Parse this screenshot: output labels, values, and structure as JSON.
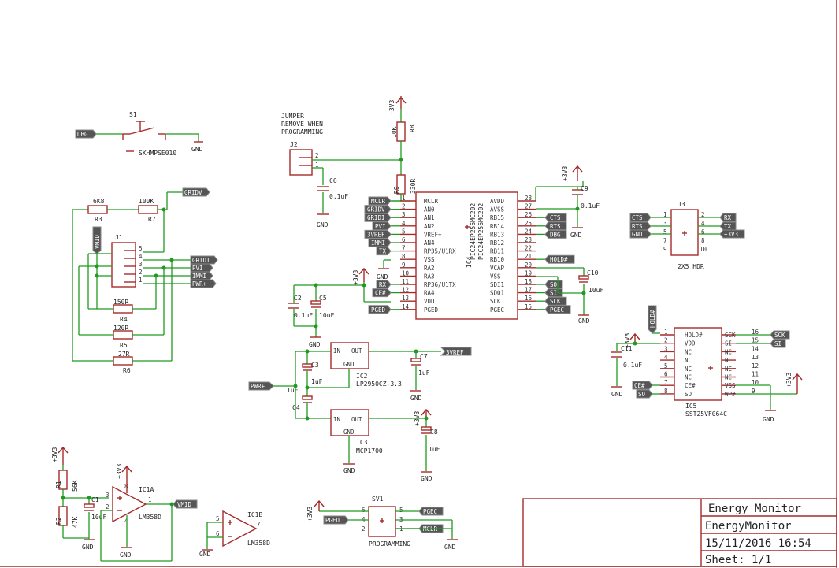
{
  "title_block": {
    "title": "Energy Monitor",
    "name": "EnergyMonitor",
    "date": "15/11/2016 16:54",
    "sheet": "Sheet: 1/1"
  },
  "notes": {
    "jumper_1": "JUMPER",
    "jumper_2": "REMOVE WHEN",
    "jumper_3": "PROGRAMMING"
  },
  "parts": {
    "s1": "S1",
    "s1_value": "SKHMPSE010",
    "j1": "J1",
    "j2": "J2",
    "j3": "J3",
    "j3_value": "2X5 HDR",
    "r1": "R1",
    "r1_value": "56K",
    "r2": "R2",
    "r2_value": "47K",
    "r3": "R3",
    "r3_value": "6K8",
    "r4": "R4",
    "r4_value": "150R",
    "r5": "R5",
    "r5_value": "120R",
    "r6": "R6",
    "r6_value": "27R",
    "r7": "R7",
    "r7_value": "100K",
    "r8": "R8",
    "r8_value": "10K",
    "r9": "R9",
    "r9_value": "330R",
    "c1": "C1",
    "c1_value": "10uF",
    "c2": "C2",
    "c2_value": "0.1uF",
    "c3": "C3",
    "c3_value": "1uF",
    "c4": "C4",
    "c4_value": "1uF",
    "c5": "C5",
    "c5_value": "10uF",
    "c6": "C6",
    "c6_value": "0.1uF",
    "c7": "C7",
    "c7_value": "1uF",
    "c8": "C8",
    "c8_value": "1uF",
    "c9": "C9",
    "c9_value": "0.1uF",
    "c10": "C10",
    "c10_value": "10uF",
    "c11": "C11",
    "c11_value": "0.1uF",
    "ic1a": "IC1A",
    "ic1b": "IC1B",
    "ic1_value": "LM358D",
    "ic2": "IC2",
    "ic2_value": "LP2950CZ-3.3",
    "ic3": "IC3",
    "ic3_value": "MCP1700",
    "ic4": "IC4",
    "ic4_value": "PIC24EP256MC202",
    "ic5": "IC5",
    "ic5_value": "SST25VF064C",
    "sv1": "SV1",
    "sv1_value": "PROGRAMMING"
  },
  "ic4_pins_left": [
    {
      "num": "1",
      "name": "MCLR",
      "net": "MCLR"
    },
    {
      "num": "2",
      "name": "AN0",
      "net": "GRIDV"
    },
    {
      "num": "3",
      "name": "AN1",
      "net": "GRIDI"
    },
    {
      "num": "4",
      "name": "AN2",
      "net": "PVI"
    },
    {
      "num": "5",
      "name": "VREF+",
      "net": "3VREF"
    },
    {
      "num": "6",
      "name": "AN4",
      "net": "IMMI"
    },
    {
      "num": "7",
      "name": "RP35/U1RX",
      "net": "TX"
    },
    {
      "num": "8",
      "name": "VSS",
      "net": ""
    },
    {
      "num": "9",
      "name": "RA2",
      "net": ""
    },
    {
      "num": "10",
      "name": "RA3",
      "net": ""
    },
    {
      "num": "11",
      "name": "RP36/U1TX",
      "net": "RX"
    },
    {
      "num": "12",
      "name": "RA4",
      "net": "CE#"
    },
    {
      "num": "13",
      "name": "VDD",
      "net": ""
    },
    {
      "num": "14",
      "name": "PGED",
      "net": "PGED"
    }
  ],
  "ic4_pins_right": [
    {
      "num": "28",
      "name": "AVDD",
      "net": ""
    },
    {
      "num": "27",
      "name": "AVSS",
      "net": ""
    },
    {
      "num": "26",
      "name": "RB15",
      "net": "CTS"
    },
    {
      "num": "25",
      "name": "RB14",
      "net": "RTS"
    },
    {
      "num": "24",
      "name": "RB13",
      "net": "DBG"
    },
    {
      "num": "23",
      "name": "RB12",
      "net": ""
    },
    {
      "num": "22",
      "name": "RB11",
      "net": ""
    },
    {
      "num": "21",
      "name": "RB10",
      "net": "HOLD#"
    },
    {
      "num": "20",
      "name": "VCAP",
      "net": ""
    },
    {
      "num": "19",
      "name": "VSS",
      "net": ""
    },
    {
      "num": "18",
      "name": "SDI1",
      "net": "SO"
    },
    {
      "num": "17",
      "name": "SDO1",
      "net": "SI"
    },
    {
      "num": "16",
      "name": "SCK",
      "net": "SCK"
    },
    {
      "num": "15",
      "name": "PGEC",
      "net": "PGEC"
    }
  ],
  "ic5_pins_left": [
    {
      "num": "1",
      "name": "HOLD#"
    },
    {
      "num": "2",
      "name": "VDD"
    },
    {
      "num": "3",
      "name": "NC"
    },
    {
      "num": "4",
      "name": "NC"
    },
    {
      "num": "5",
      "name": "NC"
    },
    {
      "num": "6",
      "name": "NC"
    },
    {
      "num": "7",
      "name": "CE#"
    },
    {
      "num": "8",
      "name": "SO"
    }
  ],
  "ic5_pins_right": [
    {
      "num": "16",
      "name": "SCK"
    },
    {
      "num": "15",
      "name": "SI"
    },
    {
      "num": "14",
      "name": "NC"
    },
    {
      "num": "13",
      "name": "NC"
    },
    {
      "num": "12",
      "name": "NC"
    },
    {
      "num": "11",
      "name": "NC"
    },
    {
      "num": "10",
      "name": "VSS"
    },
    {
      "num": "9",
      "name": "WP#"
    }
  ],
  "nets": {
    "dbg": "DBG",
    "gridv": "GRIDV",
    "gridi": "GRIDI",
    "pvi": "PVI",
    "immi": "IMMI",
    "pwr": "PWR+",
    "vmid": "VMID",
    "vref": "3VREF",
    "cts": "CTS",
    "rts": "RTS",
    "gnd": "GND",
    "p3v3": "+3V3",
    "tx": "TX",
    "rx": "RX",
    "hold": "HOLD#",
    "sck": "SCK",
    "si": "SI",
    "so": "SO",
    "ce": "CE#",
    "pged": "PGED",
    "pgec": "PGEC",
    "mclr": "MCLR",
    "pwrplus": "PWR+",
    "supply": "+3V3"
  },
  "pin_labels": {
    "in": "IN",
    "out": "OUT",
    "gnd": "GND",
    "p1": "1",
    "p2": "2",
    "p3": "3",
    "p4": "4",
    "p5": "5",
    "p6": "6",
    "p7": "7",
    "p8": "8",
    "p9": "9",
    "p10": "10"
  },
  "colors": {
    "symbol": "#a52a2a",
    "wire": "#1f9a1f",
    "frame": "#a52a2a"
  }
}
